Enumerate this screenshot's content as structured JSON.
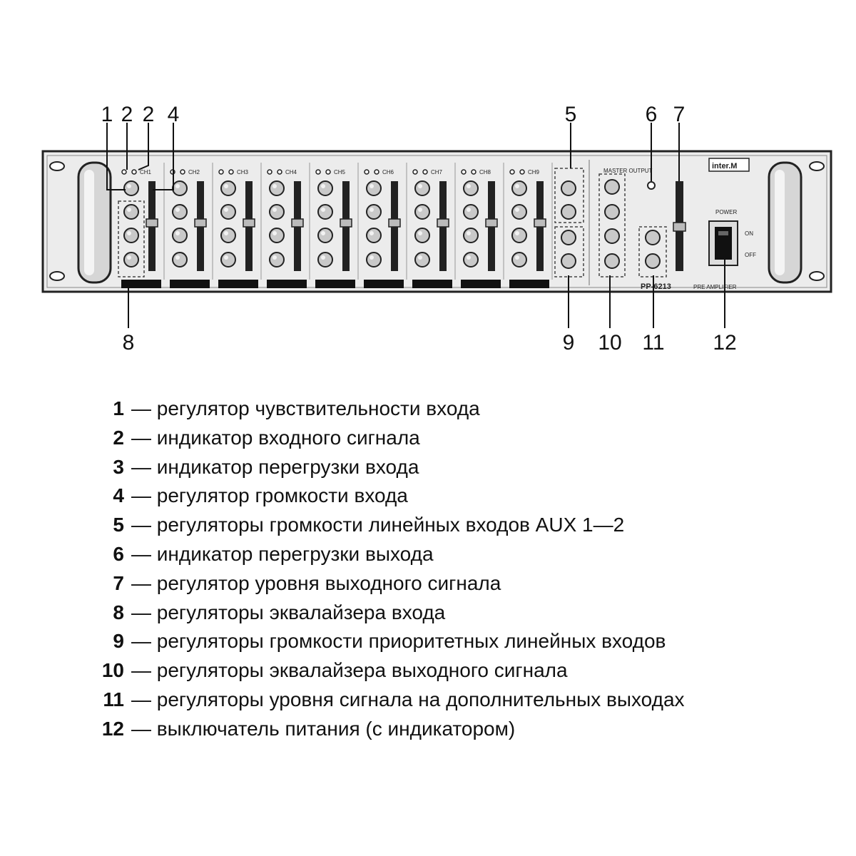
{
  "panel": {
    "brand": "inter.M",
    "channels": [
      "CH1",
      "CH2",
      "CH3",
      "CH4",
      "CH5",
      "CH6",
      "CH7",
      "CH8",
      "CH9"
    ],
    "master_label": "MASTER OUTPUT",
    "model": "PP-6213",
    "subtitle": "PRE AMPLIFIER",
    "power_label": "POWER",
    "on_label": "ON",
    "off_label": "OFF"
  },
  "callouts": {
    "top": [
      "1",
      "2",
      "2",
      "4",
      "5",
      "6",
      "7"
    ],
    "bottom": [
      "8",
      "9",
      "10",
      "11",
      "12"
    ]
  },
  "legend": [
    {
      "num": "1",
      "text": "— регулятор чувствительности входа"
    },
    {
      "num": "2",
      "text": "— индикатор входного сигнала"
    },
    {
      "num": "3",
      "text": "— индикатор перегрузки входа"
    },
    {
      "num": "4",
      "text": "— регулятор громкости входа"
    },
    {
      "num": "5",
      "text": "— регуляторы громкости линейных входов AUX 1—2"
    },
    {
      "num": "6",
      "text": "— индикатор перегрузки выхода"
    },
    {
      "num": "7",
      "text": "— регулятор уровня выходного сигнала"
    },
    {
      "num": "8",
      "text": "— регуляторы эквалайзера входа"
    },
    {
      "num": "9",
      "text": "— регуляторы громкости приоритетных линейных входов"
    },
    {
      "num": "10",
      "text": "— регуляторы эквалайзера выходного сигнала"
    },
    {
      "num": "11",
      "text": "— регуляторы уровня сигнала на дополнительных выходах"
    },
    {
      "num": "12",
      "text": "— выключатель питания (с индикатором)"
    }
  ]
}
